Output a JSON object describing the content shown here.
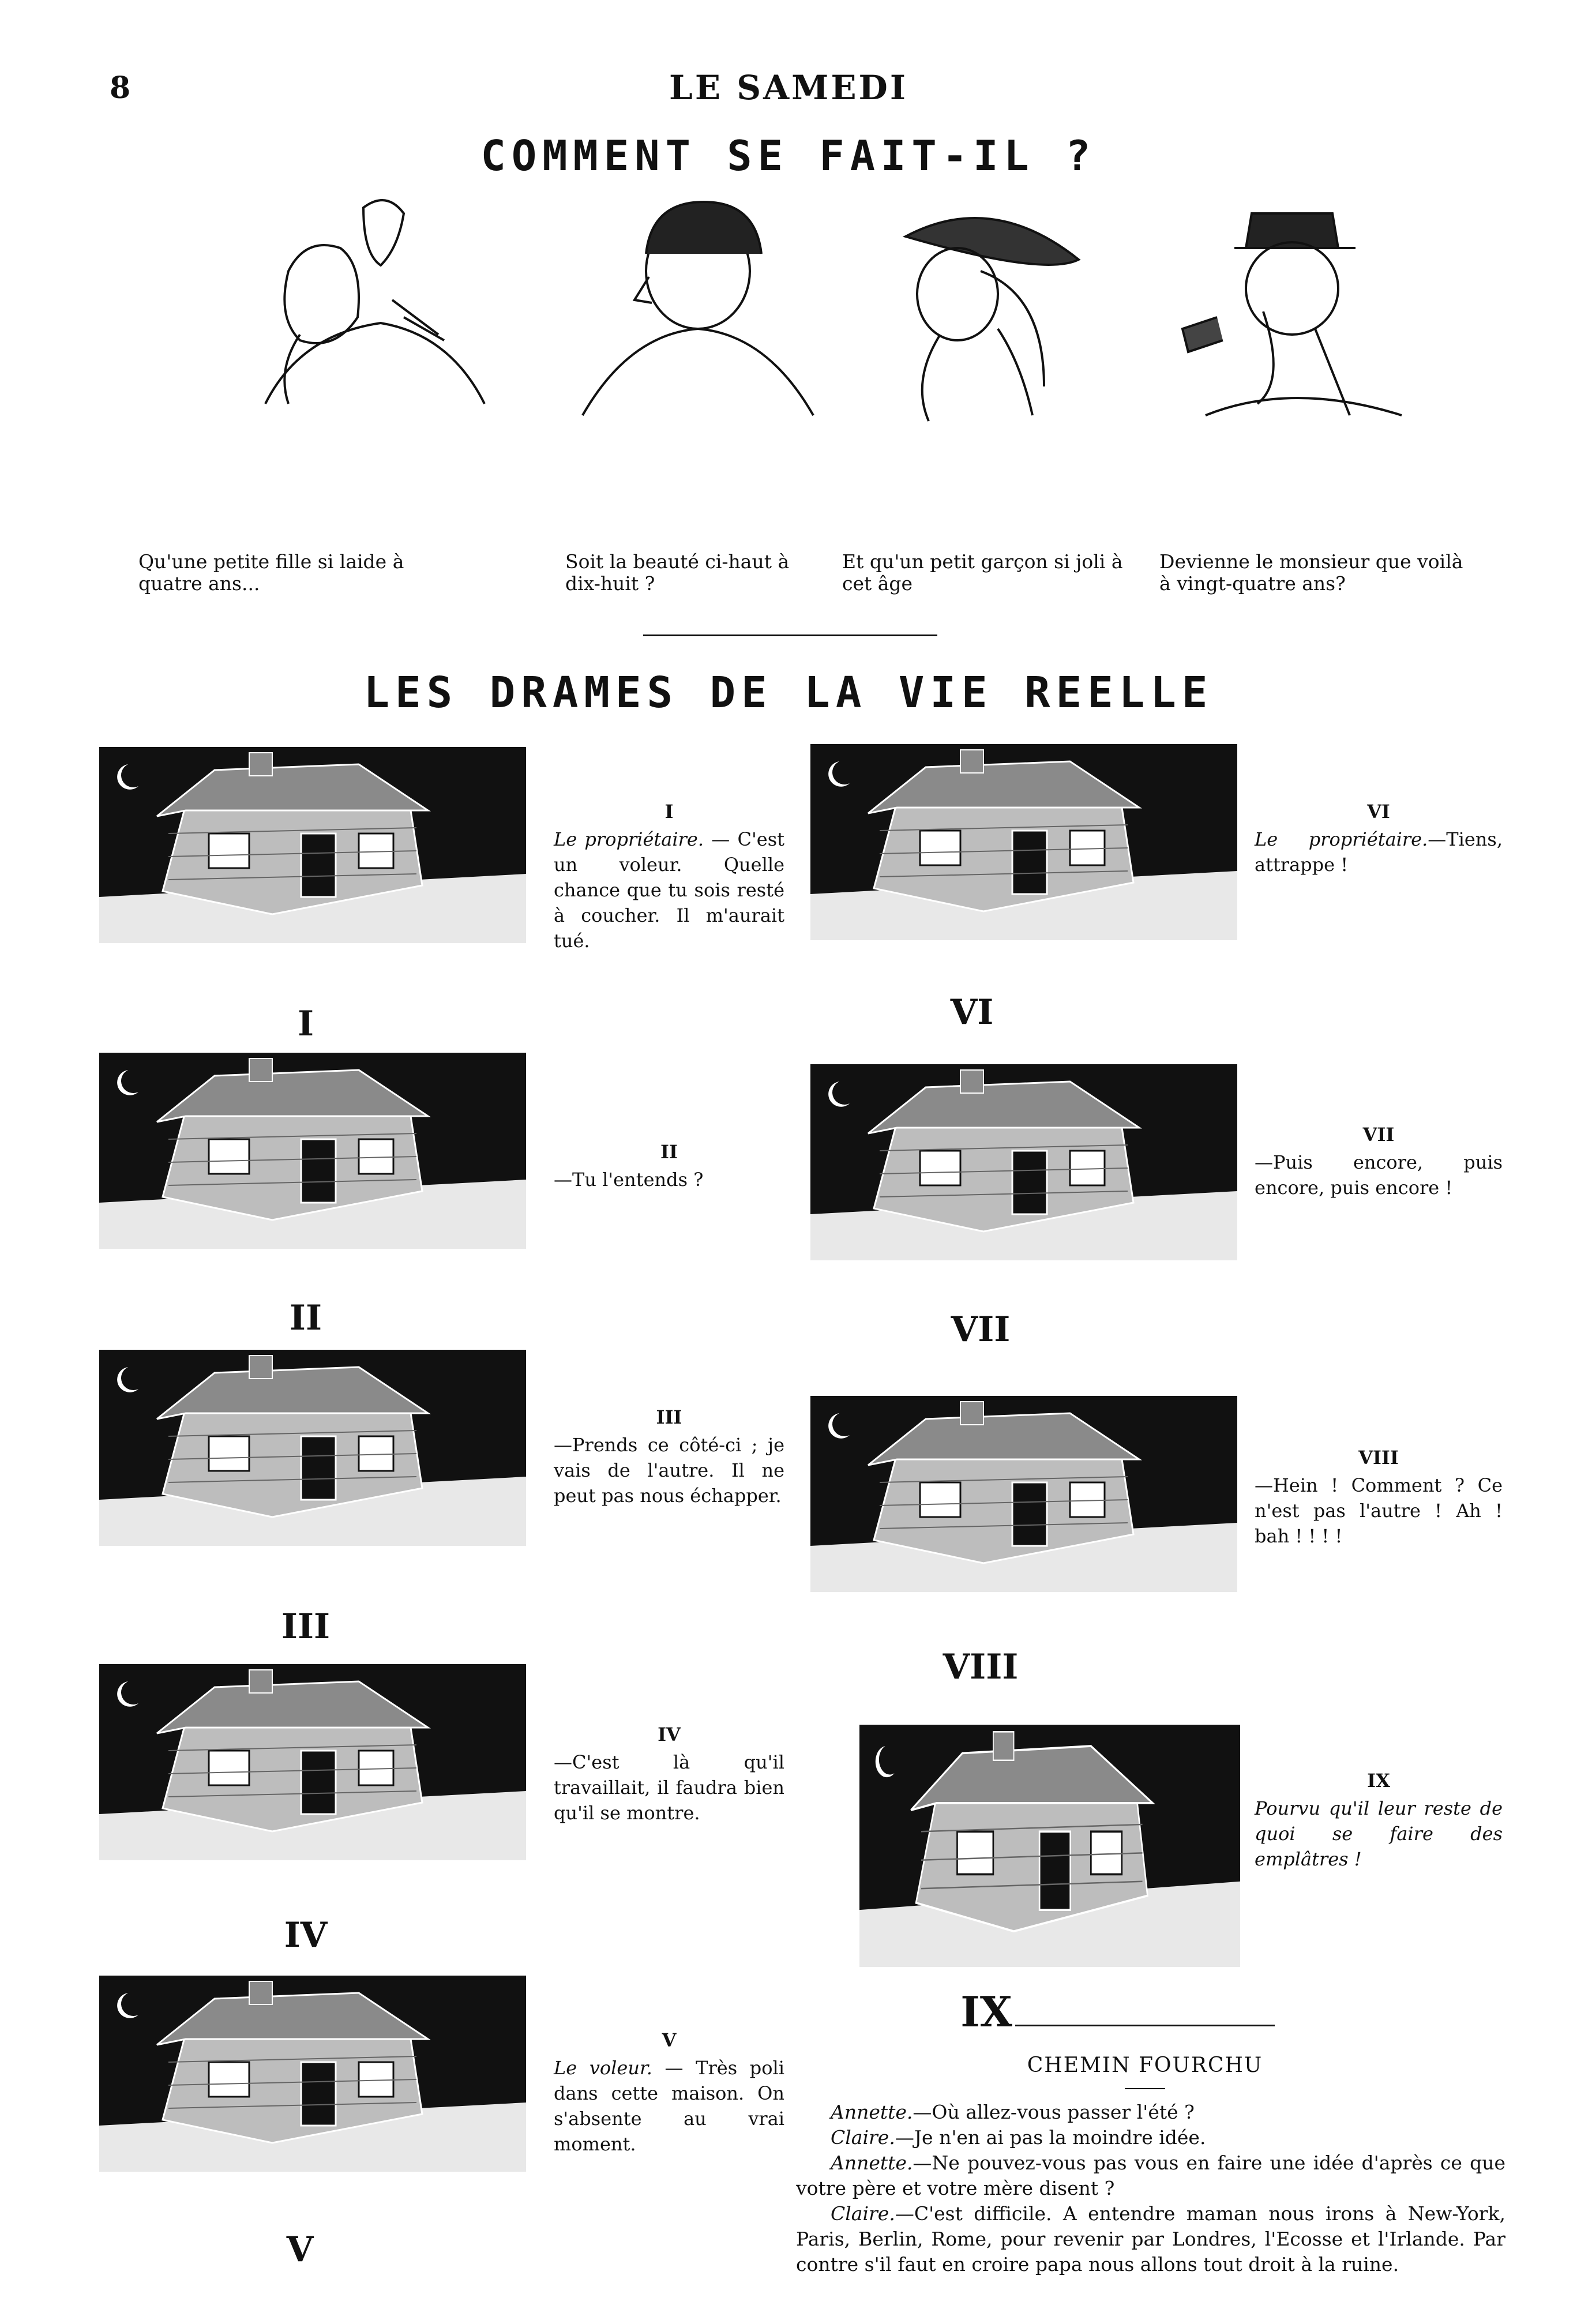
{
  "header": {
    "page_number": "8",
    "masthead": "LE SAMEDI"
  },
  "comment": {
    "title": "COMMENT SE FAIT-IL ?",
    "captions": [
      "Qu'une petite fille si laide à quatre ans...",
      "Soit la beauté ci-haut à dix-huit ?",
      "Et qu'un petit garçon si joli à cet âge",
      "Devienne le monsieur que voilà à vingt-quatre ans?"
    ]
  },
  "drames": {
    "title": "LES DRAMES DE LA VIE REELLE",
    "panels": [
      {
        "roman": "I",
        "number": "I",
        "speaker": "Le propriétaire.",
        "text": " — C'est un voleur. Quelle chance que tu sois resté à coucher. Il m'aurait tué."
      },
      {
        "roman": "II",
        "number": "II",
        "speaker": "",
        "text": "—Tu l'entends ?"
      },
      {
        "roman": "III",
        "number": "III",
        "speaker": "",
        "text": "—Prends ce côté-ci ; je vais de l'autre. Il ne peut pas nous échapper."
      },
      {
        "roman": "IV",
        "number": "IV",
        "speaker": "",
        "text": "—C'est là qu'il travaillait, il faudra bien qu'il se montre."
      },
      {
        "roman": "V",
        "number": "V",
        "speaker": "Le voleur.",
        "text": " — Très poli dans cette maison. On s'absente au vrai moment."
      },
      {
        "roman": "VI",
        "number": "VI",
        "speaker": "Le propriétaire.",
        "text": "—Tiens, attrappe !"
      },
      {
        "roman": "VII",
        "number": "VII",
        "speaker": "",
        "text": "—Puis encore, puis encore, puis encore !"
      },
      {
        "roman": "VIII",
        "number": "VIII",
        "speaker": "",
        "text": "—Hein ! Comment ? Ce n'est pas l'autre ! Ah ! bah ! ! ! !"
      },
      {
        "roman": "IX",
        "number": "IX",
        "speaker": "",
        "text": "Pourvu qu'il leur reste de quoi se faire des emplâtres !"
      }
    ]
  },
  "chemin": {
    "title": "CHEMIN FOURCHU",
    "lines": [
      {
        "speaker": "Annette.",
        "text": "—Où allez-vous passer l'été ?"
      },
      {
        "speaker": "Claire.",
        "text": "—Je n'en ai pas la moindre idée."
      },
      {
        "speaker": "Annette.",
        "text": "—Ne pouvez-vous pas vous en faire une idée d'après ce que votre père et votre mère disent ?"
      },
      {
        "speaker": "Claire.",
        "text": "—C'est difficile. A entendre maman nous irons à New-York, Paris, Berlin, Rome, pour revenir par Londres, l'Ecosse et l'Irlande. Par contre s'il faut en croire papa nous allons tout droit à la ruine."
      }
    ]
  }
}
